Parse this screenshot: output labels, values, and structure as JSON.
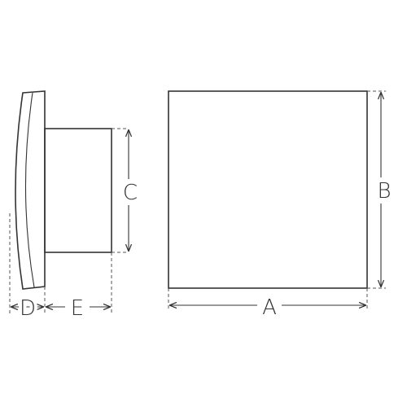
{
  "dimensions": {
    "a": "A",
    "b": "B",
    "c": "C",
    "d": "D",
    "e": "E"
  },
  "colors": {
    "line": "#333333",
    "background": "#ffffff"
  }
}
